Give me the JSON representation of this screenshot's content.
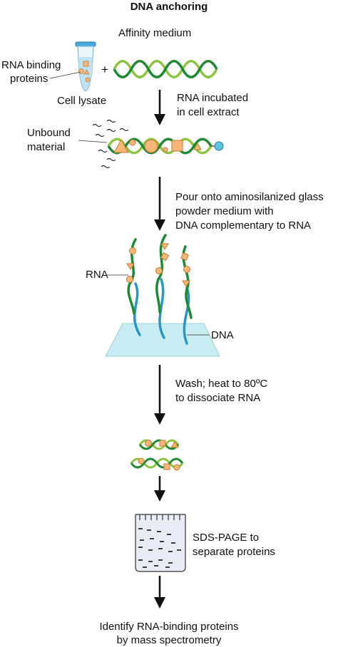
{
  "title": "DNA anchoring",
  "labels": {
    "affinity_medium": "Affinity medium",
    "rna_binding_proteins_line1": "RNA binding",
    "rna_binding_proteins_line2": "proteins",
    "plus": "+",
    "cell_lysate": "Cell lysate",
    "unbound_line1": "Unbound",
    "unbound_line2": "material",
    "rna": "RNA",
    "dna": "DNA"
  },
  "steps": [
    {
      "line1": "RNA incubated",
      "line2": "in cell extract"
    },
    {
      "line1": "Pour onto aminosilanized glass",
      "line2": "powder medium with",
      "line3": "DNA complementary to RNA"
    },
    {
      "line1": "Wash; heat to 80ºC",
      "line2": "to dissociate RNA"
    },
    {
      "line1": "SDS-PAGE to",
      "line2": "separate proteins"
    },
    {
      "line1": "Identify RNA-binding proteins",
      "line2": "by mass spectrometry"
    }
  ],
  "colors": {
    "rna_green": "#1e8a33",
    "rna_light_green": "#8cc63f",
    "dna_blue": "#2a95c8",
    "protein_orange": "#f5b77a",
    "protein_stroke": "#c77a2a",
    "glass_fill": "#c8ecf2",
    "anchor_cyan": "#5cc3e0"
  }
}
